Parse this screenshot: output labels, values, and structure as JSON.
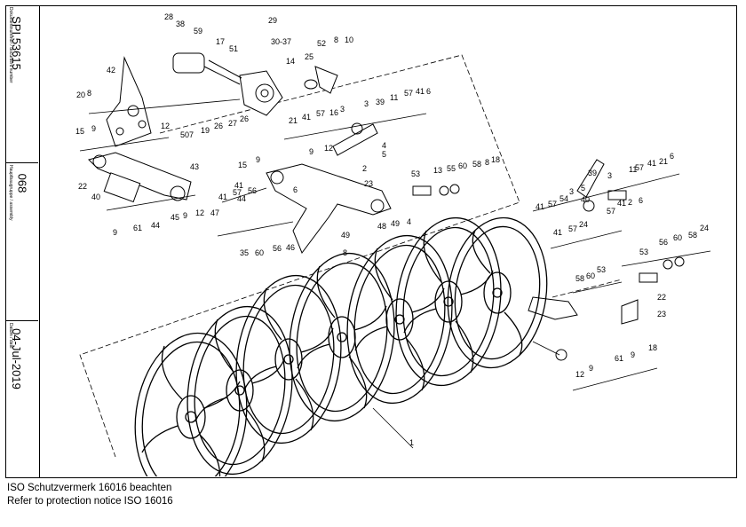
{
  "title_block": {
    "document_number_caption": "Dokumentnummer / document number",
    "document_number": "SPI.53615",
    "assembly_caption": "Hauptbaugruppe / assembly",
    "assembly": "068",
    "date_caption": "Datum / date",
    "date": "04-Jul-2019"
  },
  "footer": {
    "line1": "ISO Schutzvermerk 16016 beachten",
    "line2": "Refer to protection notice ISO 16016"
  },
  "callouts": [
    "28",
    "38",
    "59",
    "17",
    "51",
    "29",
    "30-37",
    "52",
    "8",
    "10",
    "14",
    "25",
    "42",
    "20",
    "8",
    "50",
    "7",
    "19",
    "26",
    "27",
    "26",
    "3",
    "39",
    "11",
    "57",
    "41",
    "6",
    "21",
    "41",
    "57",
    "16",
    "3",
    "15",
    "9",
    "12",
    "9",
    "12",
    "4",
    "5",
    "43",
    "15",
    "9",
    "41",
    "2",
    "23",
    "22",
    "40",
    "44",
    "6",
    "41",
    "57",
    "56",
    "53",
    "13",
    "55",
    "60",
    "58",
    "8",
    "18",
    "9",
    "61",
    "44",
    "45",
    "9",
    "12",
    "47",
    "49",
    "48",
    "49",
    "4",
    "39",
    "3",
    "11",
    "57",
    "41",
    "21",
    "6",
    "41",
    "57",
    "54",
    "3",
    "5",
    "40",
    "57",
    "41",
    "2",
    "6",
    "41",
    "57",
    "24",
    "35",
    "60",
    "56",
    "46",
    "8",
    "58",
    "60",
    "53",
    "56",
    "53",
    "60",
    "58",
    "24",
    "22",
    "23",
    "1",
    "12",
    "9",
    "61",
    "9",
    "18"
  ]
}
